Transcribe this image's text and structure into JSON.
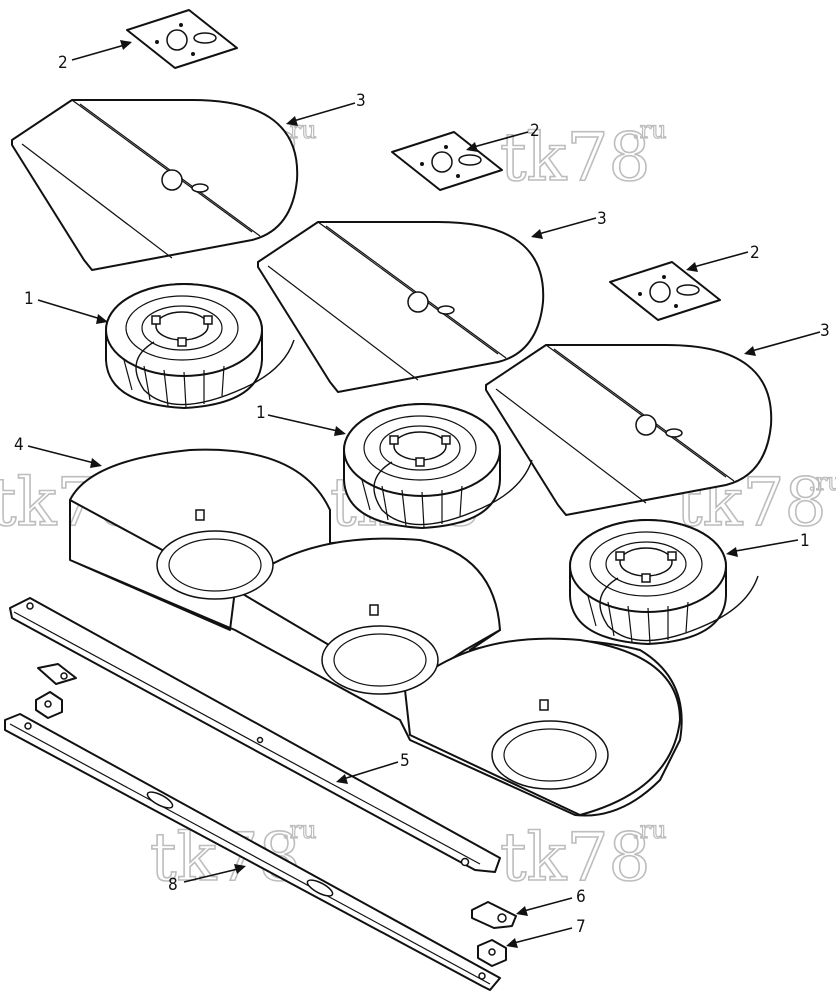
{
  "callouts": {
    "c1a": "1",
    "c1b": "1",
    "c1c": "1",
    "c2a": "2",
    "c2b": "2",
    "c2c": "2",
    "c3a": "3",
    "c3b": "3",
    "c3c": "3",
    "c4": "4",
    "c5": "5",
    "c6": "6",
    "c7": "7",
    "c8": "8"
  },
  "watermark": {
    "main": "tk78",
    "sub": ".ru"
  },
  "colors": {
    "line": "#111111",
    "watermark": "#bdbdbd",
    "background": "#ffffff"
  }
}
